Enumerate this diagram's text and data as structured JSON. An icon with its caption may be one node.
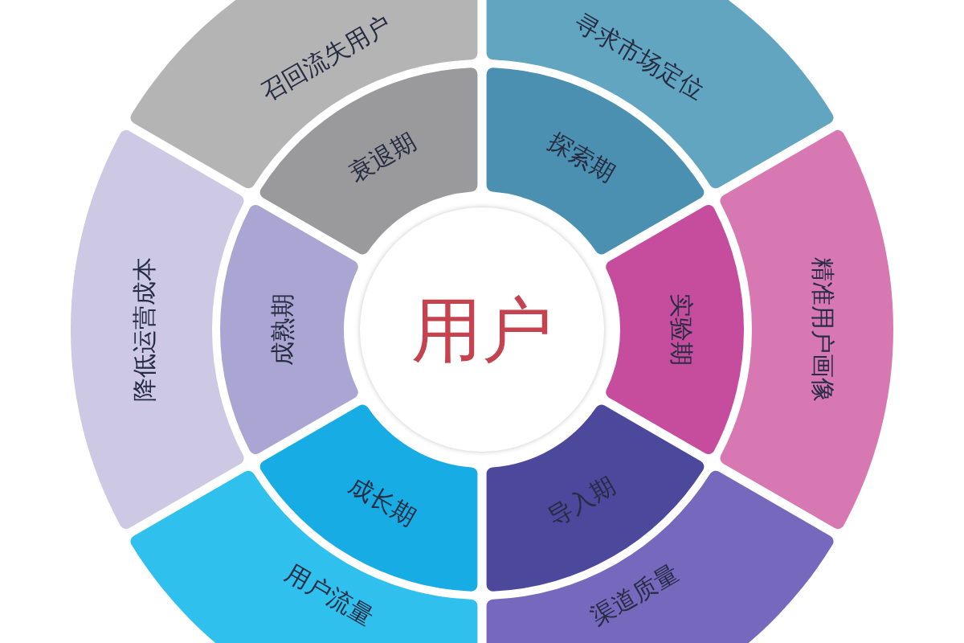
{
  "diagram": {
    "nodes": [
      {
        "text": [
          "用户"
        ]
      },
      {
        "text": [
          "探索期"
        ]
      },
      {
        "text": [
          "实验期"
        ]
      },
      {
        "text": [
          "导入期"
        ]
      },
      {
        "text": [
          "成长期"
        ]
      },
      {
        "text": [
          "成熟期"
        ]
      },
      {
        "text": [
          "衰退期"
        ]
      },
      {
        "text": [
          "寻求市场定位"
        ]
      },
      {
        "text": [
          "精准用户画像"
        ]
      },
      {
        "text": [
          "渠道质量"
        ]
      },
      {
        "text": [
          "用户流量"
        ]
      },
      {
        "text": [
          "降低运营成本"
        ]
      },
      {
        "text": [
          "召回流失用户"
        ]
      }
    ]
  }
}
